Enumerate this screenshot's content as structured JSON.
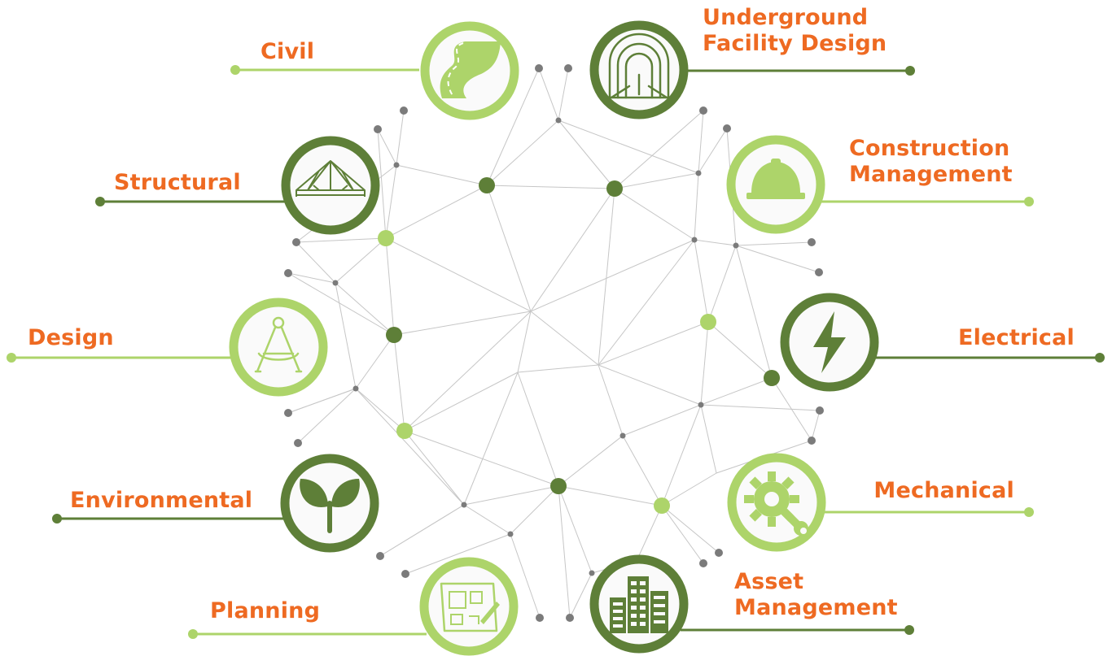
{
  "colors": {
    "dark_green": "#5e7f38",
    "light_green": "#add46a",
    "node_grey": "#7b7b7b",
    "edge_grey": "#c6c6c6",
    "label_orange": "#ee6a22"
  },
  "disciplines": [
    {
      "id": "civil",
      "label": "Civil",
      "icon": "road-icon",
      "ring": "light"
    },
    {
      "id": "underground",
      "label": "Underground",
      "label2": "Facility Design",
      "icon": "tunnel-icon",
      "ring": "dark"
    },
    {
      "id": "structural",
      "label": "Structural",
      "icon": "truss-icon",
      "ring": "dark"
    },
    {
      "id": "construction",
      "label": "Construction",
      "label2": "Management",
      "icon": "hard-hat-icon",
      "ring": "light"
    },
    {
      "id": "design",
      "label": "Design",
      "icon": "compass-icon",
      "ring": "light"
    },
    {
      "id": "electrical",
      "label": "Electrical",
      "icon": "lightning-icon",
      "ring": "dark"
    },
    {
      "id": "environmental",
      "label": "Environmental",
      "icon": "sprout-icon",
      "ring": "dark"
    },
    {
      "id": "mechanical",
      "label": "Mechanical",
      "icon": "gear-wrench-icon",
      "ring": "light"
    },
    {
      "id": "planning",
      "label": "Planning",
      "icon": "blueprint-icon",
      "ring": "light"
    },
    {
      "id": "asset",
      "label": "Asset",
      "label2": "Management",
      "icon": "buildings-icon",
      "ring": "dark"
    }
  ]
}
